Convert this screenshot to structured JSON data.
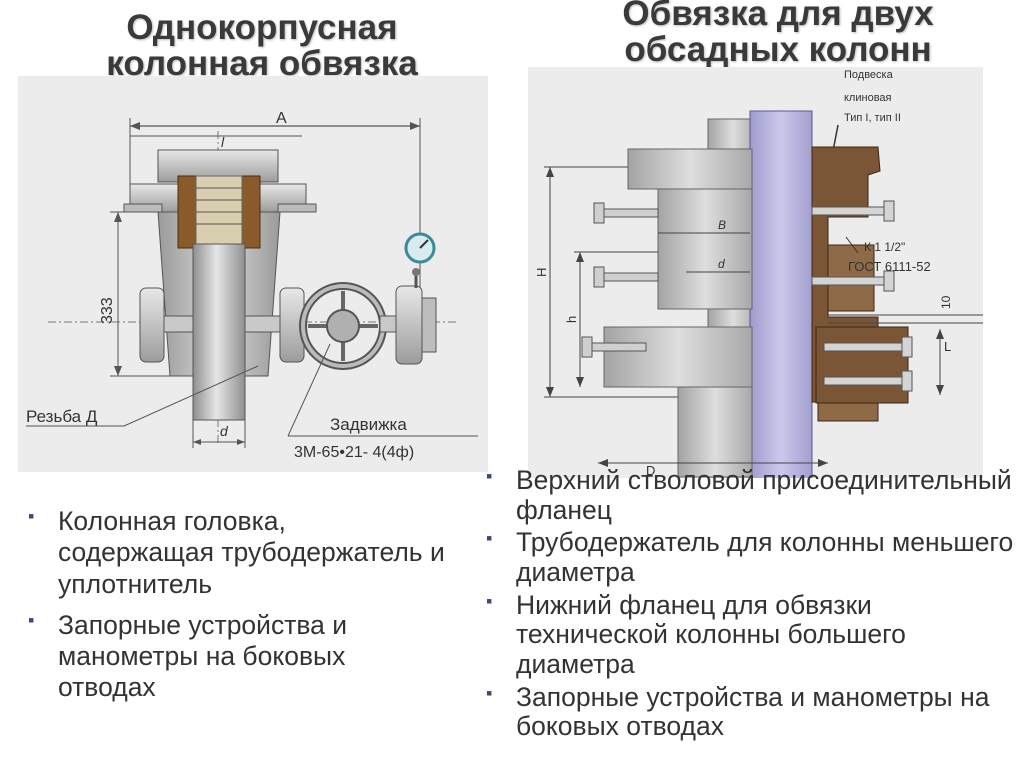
{
  "left": {
    "title": [
      "Однокорпусная",
      "колонная обвязка"
    ],
    "figure": {
      "dim_a": "A",
      "dim_l": "l",
      "dim_333": "333",
      "dim_d": "d",
      "thread_label": "Резьба Д",
      "valve_label": "Задвижка",
      "valve_model": "3М-65•21- 4(4ф)"
    },
    "bullets": [
      "Колонная головка, содержащая трубодержатель и уплотнитель",
      "Запорные устройства и манометры на боковых отводах"
    ]
  },
  "right": {
    "title": [
      "Обвязка для двух",
      "обсадных колонн"
    ],
    "figure": {
      "hanger_label": [
        "Подвеска",
        "клиновая",
        "Тип I, тип II"
      ],
      "thread_label": "К 1 1/2\"",
      "gost_label": "ГОСТ 6111-52",
      "dim_h_upper": "H",
      "dim_h_lower": "h",
      "dim_b": "B",
      "dim_d": "d",
      "dim_big_d": "D",
      "dim_10": "10",
      "dim_l": "L"
    },
    "bullets": [
      "Верхний стволовой присоединительный фланец",
      "Трубодержатель для колонны меньшего диаметра",
      "Нижний фланец для обвязки технической колонны большего диаметра",
      "Запорные устройства и манометры на боковых отводах"
    ]
  },
  "colors": {
    "bullet_mark": "#3c4a7a",
    "pipe_purple": "#b9b6dc",
    "body_brown": "#7b5636",
    "seal_brown": "#8a5a2b",
    "steel_gray": "#c7c7c7"
  }
}
